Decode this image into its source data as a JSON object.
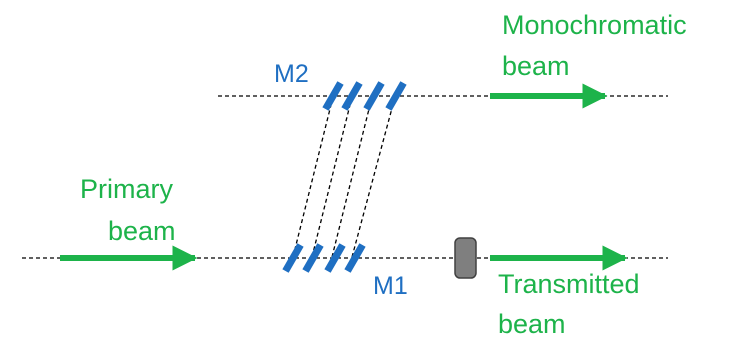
{
  "labels": {
    "primary": [
      "Primary",
      "beam"
    ],
    "monochromatic": [
      "Monochromatic",
      "beam"
    ],
    "transmitted": [
      "Transmitted",
      "beam"
    ],
    "m1": "M1",
    "m2": "M2"
  },
  "colors": {
    "beam": "#1db34a",
    "mirror": "#1f6fc2",
    "label_blue": "#1f6fc2",
    "line": "#000000",
    "absorber": "#7f7f7f"
  },
  "mirror_count": 4
}
